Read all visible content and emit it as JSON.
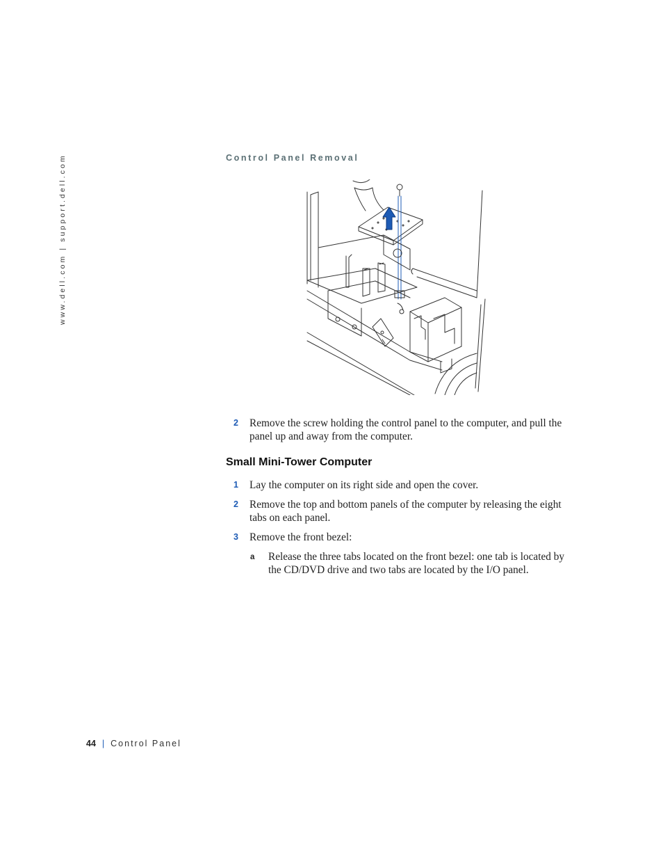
{
  "sidebar": {
    "url_text": "www.dell.com | support.dell.com"
  },
  "figure": {
    "caption": "Control Panel Removal"
  },
  "steps_before": [
    {
      "number": "2",
      "text": "Remove the screw holding the control panel to the computer, and pull the panel up and away from the computer."
    }
  ],
  "section": {
    "heading": "Small Mini-Tower Computer",
    "steps": [
      {
        "number": "1",
        "text": "Lay the computer on its right side and open the cover."
      },
      {
        "number": "2",
        "text": "Remove the top and bottom panels of the computer by releasing the eight tabs on each panel."
      },
      {
        "number": "3",
        "text": "Remove the front bezel:"
      }
    ],
    "substeps": [
      {
        "letter": "a",
        "text": "Release the three tabs located on the front bezel: one tab is located by the CD/DVD drive and two tabs are located by the I/O panel."
      }
    ]
  },
  "footer": {
    "page_number": "44",
    "separator": "|",
    "title": "Control Panel"
  },
  "colors": {
    "accent_blue": "#1d5bb5",
    "caption_gray": "#5a6f74"
  }
}
